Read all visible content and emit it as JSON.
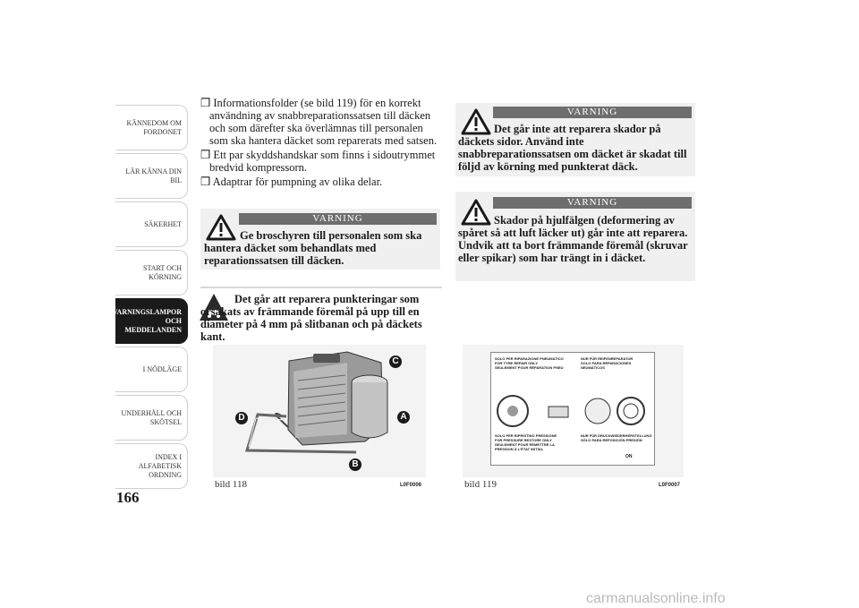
{
  "sidebar": {
    "tabs": [
      "KÄNNEDOM OM FORDONET",
      "LÄR KÄNNA DIN BIL",
      "SÄKERHET",
      "START OCH KÖRNING",
      "VARNINGSLAMPOR OCH MEDDELANDEN",
      "I NÖDLÄGE",
      "UNDERHÅLL OCH SKÖTSEL",
      "INDEX I ALFABETISK ORDNING"
    ],
    "active_index": 4
  },
  "page_number": "166",
  "left": {
    "items": [
      "❒ Informationsfolder (se bild 119) för en korrekt användning av snabbreparationssatsen till däcken och som därefter ska överlämnas till personalen som ska hantera däcket som reparerats med satsen.",
      "❒ Ett par skyddshandskar som finns i sidoutrymmet bredvid kompressorn.",
      "❒ Adaptrar för pumpning av olika delar."
    ],
    "warning": {
      "title": "VARNING",
      "text": "Ge broschyren till personalen som ska hantera däcket som behandlats med reparationssatsen till däcken."
    },
    "note": "Det går att reparera punkteringar som orsakats av främmande föremål på upp till en diameter på 4 mm på slitbanan och på däckets kant."
  },
  "right": {
    "warning1": {
      "title": "VARNING",
      "text": "Det går inte att reparera skador på däckets sidor. Använd inte snabbreparationssatsen om däcket är skadat till följd av körning med punkterat däck."
    },
    "warning2": {
      "title": "VARNING",
      "text": "Skador på hjulfälgen (deformering av spåret så att luft läcker ut) går inte att reparera. Undvik att ta bort främmande föremål (skruvar eller spikar) som har trängt in i däcket."
    }
  },
  "figures": {
    "fig118": {
      "caption": "bild 118",
      "code": "L0F0006",
      "callouts": [
        "C",
        "D",
        "A",
        "B"
      ]
    },
    "fig119": {
      "caption": "bild 119",
      "code": "L0F0007",
      "label_lines_top": [
        "SOLO PER RIPARAZIONE PNEUMATICO",
        "FOR TYRE REPAIR ONLY",
        "SEULEMENT POUR RÉPARATION PNEU",
        "NUR FÜR REIFENREPARATUR",
        "SOLO PARA REPARACIONES NEUMÁTICOS"
      ],
      "label_lines_bottom": [
        "SOLO PER RIPRISTINO PRESSIONE",
        "FOR PRESSURE RESTORE ONLY",
        "SEULEMENT POUR REMETTRE LA PRESSION À L'ÉTAT INITIAL",
        "NUR FÜR DRUCKWIEDERHERSTELLUNG",
        "SÓLO PARA REPOSICIÓN PRESIÓN"
      ],
      "on_label": "ON"
    }
  },
  "watermark": "carmanualsonline.info",
  "colors": {
    "active_tab": "#1a1a1a",
    "warning_bg": "#f0f0f0",
    "warning_bar": "#6e6e6e",
    "figure_bg": "#f3f3f3"
  }
}
